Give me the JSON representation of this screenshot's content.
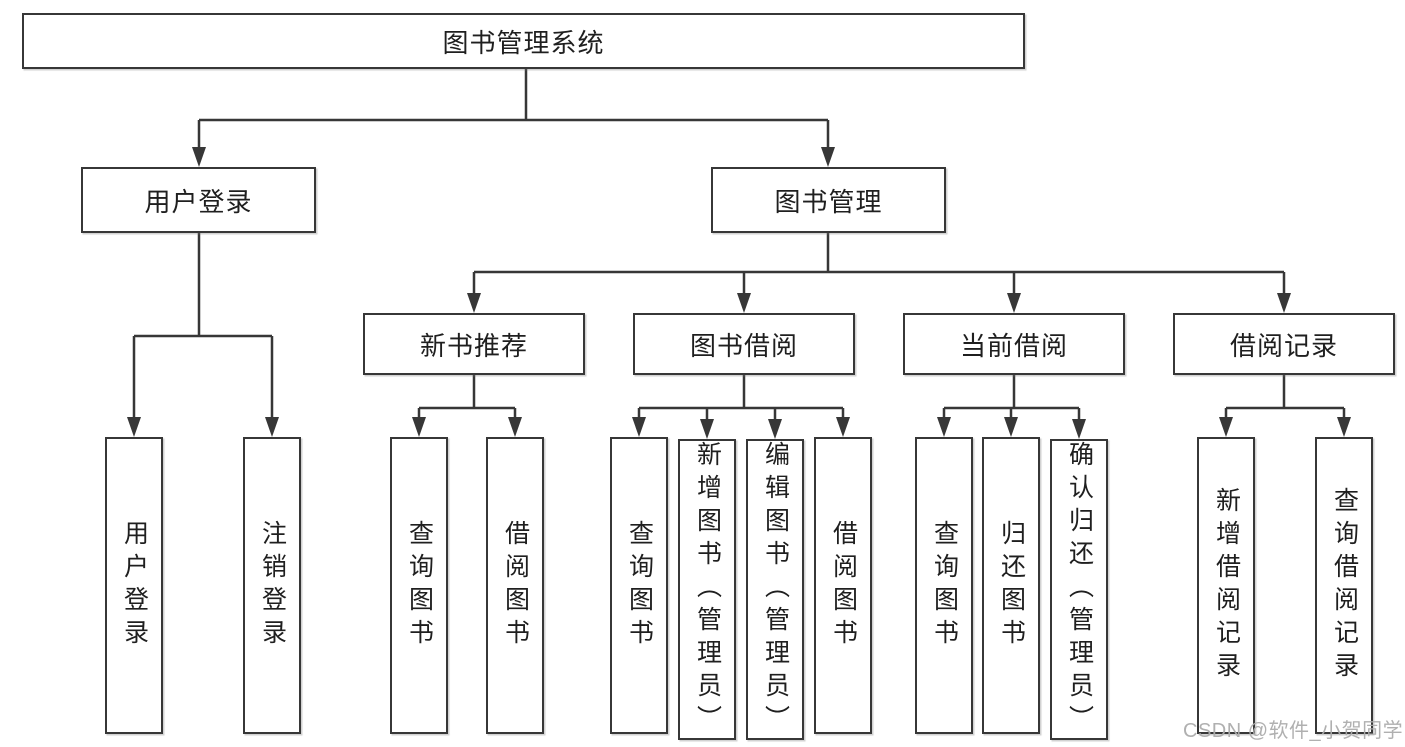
{
  "diagram": {
    "title_node": "图书管理系统",
    "tree": {
      "root": {
        "label": "图书管理系统"
      },
      "branches": [
        {
          "label": "用户登录",
          "leaves": [
            {
              "label": "用户登录"
            },
            {
              "label": "注销登录"
            }
          ]
        },
        {
          "label": "图书管理",
          "groups": [
            {
              "label": "新书推荐",
              "leaves": [
                {
                  "label": "查询图书"
                },
                {
                  "label": "借阅图书"
                }
              ]
            },
            {
              "label": "图书借阅",
              "leaves": [
                {
                  "label": "查询图书"
                },
                {
                  "label": "新增图书（管理员）"
                },
                {
                  "label": "编辑图书（管理员）"
                },
                {
                  "label": "借阅图书"
                }
              ]
            },
            {
              "label": "当前借阅",
              "leaves": [
                {
                  "label": "查询图书"
                },
                {
                  "label": "归还图书"
                },
                {
                  "label": "确认归还（管理员）"
                }
              ]
            },
            {
              "label": "借阅记录",
              "leaves": [
                {
                  "label": "新增借阅记录"
                },
                {
                  "label": "查询借阅记录"
                }
              ]
            }
          ]
        }
      ]
    },
    "colors": {
      "line": "#373737",
      "text": "#1f1f1f",
      "box_background": "#ffffff",
      "watermark": "#acacac"
    }
  },
  "watermark": "CSDN @软件_小贺同学"
}
